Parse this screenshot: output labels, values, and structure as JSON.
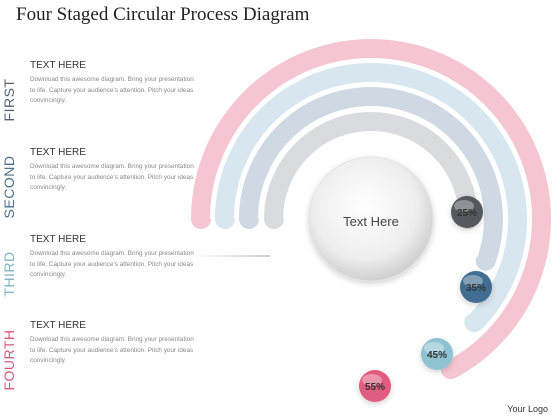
{
  "title": "Four Staged Circular Process Diagram",
  "stages": [
    {
      "label": "FIRST",
      "heading": "TEXT HERE",
      "body": "Download this awesome diagram. Bring your presentation to life. Capture your audience's attention. Pitch your ideas convincingly.",
      "color": "#5b6370"
    },
    {
      "label": "SECOND",
      "heading": "TEXT HERE",
      "body": "Download this awesome diagram. Bring your presentation to life. Capture your audience's attention. Pitch your ideas convincingly.",
      "color": "#4c6f8c"
    },
    {
      "label": "THIRD",
      "heading": "TEXT HERE",
      "body": "Download this awesome diagram. Bring your presentation to life. Capture your audience's attention. Pitch your ideas convincingly.",
      "color": "#7fb3c6"
    },
    {
      "label": "FOURTH",
      "heading": "TEXT HERE",
      "body": "Download this awesome diagram. Bring your presentation to life. Capture your audience's attention. Pitch your ideas convincingly.",
      "color": "#d9587a"
    }
  ],
  "center_text": "Text Here",
  "badges": [
    {
      "label": "25%",
      "color": "#55585f"
    },
    {
      "label": "35%",
      "color": "#3f6d91"
    },
    {
      "label": "45%",
      "color": "#8fc3d3"
    },
    {
      "label": "55%",
      "color": "#e05c80"
    }
  ],
  "arc_colors": [
    "#d9dbdf",
    "#cfd9e4",
    "#d7e6ef",
    "#f5c6d2"
  ],
  "logo": "Your Logo"
}
